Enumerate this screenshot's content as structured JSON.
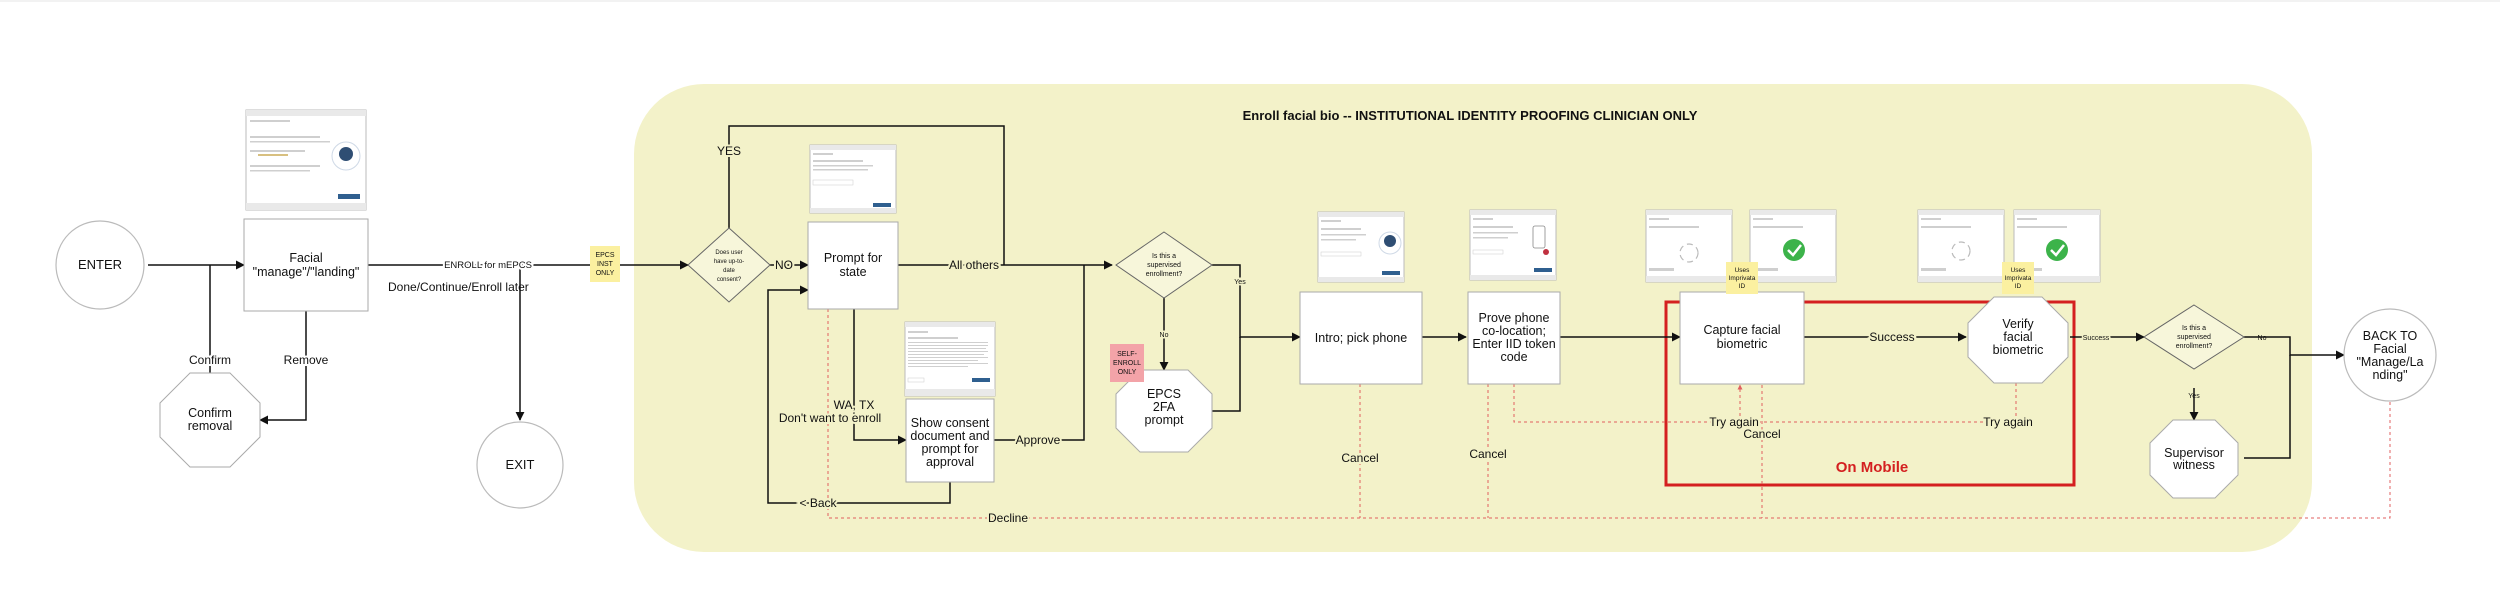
{
  "diagram": {
    "title": "Enroll facial bio -- INSTITUTIONAL IDENTITY PROOFING CLINICIAN ONLY",
    "nodes": {
      "enter": "ENTER",
      "facial_landing": [
        "Facial",
        "\"manage\"/\"landing\""
      ],
      "confirm_removal": [
        "Confirm",
        "removal"
      ],
      "exit": "EXIT",
      "does_user_consent": [
        "Does user",
        "have up-to-",
        "date",
        "consent?"
      ],
      "prompt_state": [
        "Prompt for",
        "state"
      ],
      "show_consent": [
        "Show consent",
        "document and",
        "prompt for",
        "approval"
      ],
      "supervised_1": [
        "Is this a",
        "supervised",
        "enrollment?"
      ],
      "epcs_2fa": [
        "EPCS",
        "2FA",
        "prompt"
      ],
      "intro_pick_phone": "Intro; pick phone",
      "prove_phone": [
        "Prove phone",
        "co-location;",
        "Enter IID token",
        "code"
      ],
      "capture_facial": [
        "Capture facial",
        "biometric"
      ],
      "verify_facial": [
        "Verify",
        "facial",
        "biometric"
      ],
      "supervised_2": [
        "Is this a",
        "supervised",
        "enrollment?"
      ],
      "supervisor_witness": [
        "Supervisor",
        "witness"
      ],
      "back_to_facial": [
        "BACK TO",
        "Facial",
        "\"Manage/La",
        "nding\""
      ]
    },
    "edge_labels": {
      "enroll_mepcs": "ENROLL for mEPCS",
      "done_continue": "Done/Continue/Enroll later",
      "confirm": "Confirm",
      "remove": "Remove",
      "yes": "YES",
      "no": "NO",
      "all_others": "All others",
      "wa_tx": "WA, TX",
      "dont_want": "Don't want to enroll",
      "approve": "Approve",
      "back": "< Back",
      "decline": "Decline",
      "yes_small": "Yes",
      "no_small": "No",
      "success": "Success",
      "success_small": "Success",
      "try_again_1": "Try again",
      "try_again_2": "Try again",
      "cancel_1": "Cancel",
      "cancel_2": "Cancel",
      "cancel_3": "Cancel"
    },
    "notes": {
      "epcs_inst_only": [
        "EPCS",
        "INST",
        "ONLY"
      ],
      "self_enroll_only": [
        "SELF-",
        "ENROLL",
        "ONLY"
      ],
      "uses_imprivata_1": [
        "Uses",
        "Imprivata",
        "ID"
      ],
      "uses_imprivata_2": [
        "Uses",
        "Imprivata",
        "ID"
      ],
      "on_mobile": "On Mobile"
    },
    "colors": {
      "region_fill": "#f3f2c9",
      "mobile_box": "#d42020",
      "sticky_yellow": "#fbf0a0",
      "sticky_pink": "#f3a3a8",
      "dashed_line": "#e06060",
      "gray_line": "#a0a0a0"
    }
  }
}
